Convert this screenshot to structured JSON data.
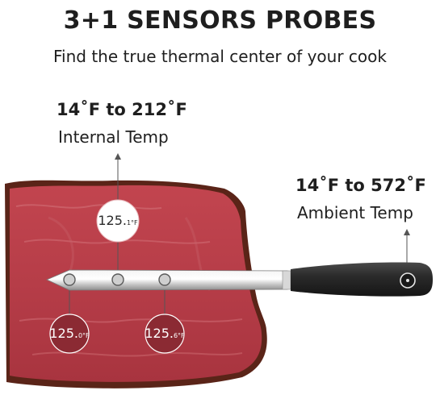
{
  "header": {
    "title": "3+1 SENSORS PROBES",
    "subtitle": "Find the true thermal center of your cook"
  },
  "internal": {
    "range": "14˚F to 212˚F",
    "label": "Internal Temp"
  },
  "ambient": {
    "range": "14˚F to 572˚F",
    "label": "Ambient Temp"
  },
  "readings": {
    "top": {
      "value": "125.",
      "unit": "1°F"
    },
    "left": {
      "value": "125.",
      "unit": "0°F"
    },
    "right": {
      "value": "125.",
      "unit": "6°F"
    }
  },
  "icons": [
    "thermometer-probe-icon",
    "steak-image"
  ],
  "colors": {
    "text": "#1e1e1e",
    "meat": "#b8404a",
    "crust": "#5a2418",
    "handle": "#2a2a2a"
  }
}
